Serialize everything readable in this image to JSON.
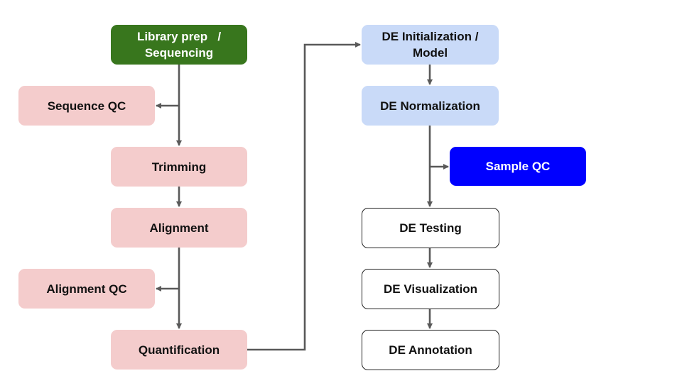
{
  "diagram": {
    "type": "flowchart",
    "nodes": [
      {
        "id": "library-prep",
        "label": "Library prep   /\nSequencing",
        "style": "green"
      },
      {
        "id": "sequence-qc",
        "label": "Sequence QC",
        "style": "pink"
      },
      {
        "id": "trimming",
        "label": "Trimming",
        "style": "pink"
      },
      {
        "id": "alignment",
        "label": "Alignment",
        "style": "pink"
      },
      {
        "id": "alignment-qc",
        "label": "Alignment QC",
        "style": "pink"
      },
      {
        "id": "quantification",
        "label": "Quantification",
        "style": "pink"
      },
      {
        "id": "de-init",
        "label": "DE Initialization /\nModel",
        "style": "blue-light"
      },
      {
        "id": "de-normalization",
        "label": "DE Normalization",
        "style": "blue-light"
      },
      {
        "id": "sample-qc",
        "label": "Sample QC",
        "style": "blue"
      },
      {
        "id": "de-testing",
        "label": "DE Testing",
        "style": "white"
      },
      {
        "id": "de-visualization",
        "label": "DE Visualization",
        "style": "white"
      },
      {
        "id": "de-annotation",
        "label": "DE Annotation",
        "style": "white"
      }
    ],
    "edges": [
      {
        "from": "library-prep",
        "to": "sequence-qc"
      },
      {
        "from": "library-prep",
        "to": "trimming"
      },
      {
        "from": "trimming",
        "to": "alignment"
      },
      {
        "from": "alignment",
        "to": "alignment-qc"
      },
      {
        "from": "alignment",
        "to": "quantification"
      },
      {
        "from": "quantification",
        "to": "de-init"
      },
      {
        "from": "de-init",
        "to": "de-normalization"
      },
      {
        "from": "de-normalization",
        "to": "sample-qc"
      },
      {
        "from": "de-normalization",
        "to": "de-testing"
      },
      {
        "from": "de-testing",
        "to": "de-visualization"
      },
      {
        "from": "de-visualization",
        "to": "de-annotation"
      }
    ],
    "colors": {
      "green": "#38761d",
      "pink": "#f4cccc",
      "blue_light": "#c9daf8",
      "blue": "#0000ff",
      "edge": "#595959"
    }
  }
}
